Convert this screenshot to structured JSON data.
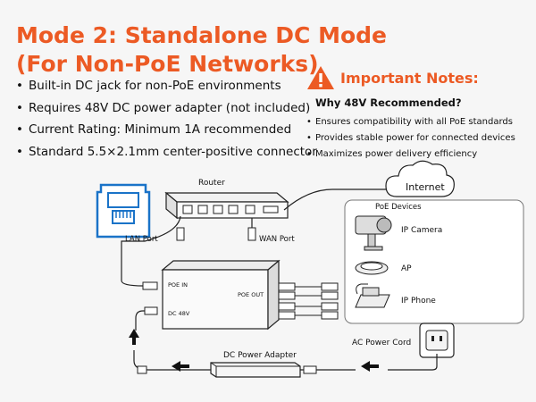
{
  "header": {
    "title_line1": "Mode 2: Standalone DC Mode",
    "title_line2": "(For Non-PoE Networks)"
  },
  "bullets": [
    "Built-in DC jack for non-PoE environments",
    "Requires 48V DC power adapter (not included)",
    "Current Rating: Minimum 1A recommended",
    "Standard 5.5×2.1mm center-positive connector"
  ],
  "notes": {
    "title": "Important Notes:",
    "subtitle": "Why 48V Recommended?",
    "items": [
      "Ensures compatibility with all PoE standards",
      "Provides stable power for connected devices",
      "Maximizes power delivery efficiency"
    ]
  },
  "diagram": {
    "router": "Router",
    "internet": "Internet",
    "lan_port": "LAN Port",
    "wan_port": "WAN Port",
    "poe_devices": "PoE Devices",
    "ip_camera": "IP Camera",
    "ap": "AP",
    "ip_phone": "IP Phone",
    "poe_in": "POE IN",
    "poe_out": "POE OUT",
    "dc_48v": "DC 48V",
    "dc_adapter": "DC Power Adapter",
    "ac_cord": "AC Power Cord"
  },
  "colors": {
    "accent": "#ec5a24",
    "icon_blue": "#1a73c8"
  }
}
